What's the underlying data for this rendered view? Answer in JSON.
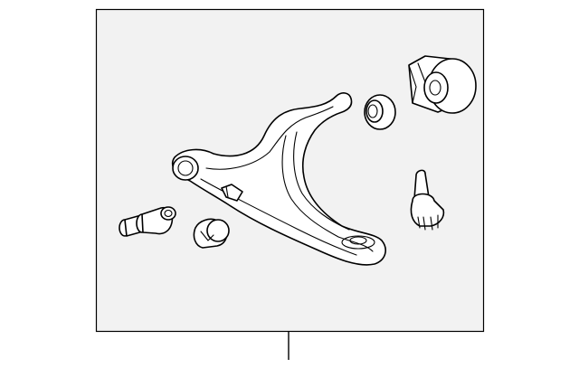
{
  "diagram": {
    "panel_fill": "#f2f2f2",
    "line_color": "#000000",
    "parts": [
      {
        "id": "lower-control-arm",
        "icon": "control-arm-icon"
      },
      {
        "id": "front-bushing",
        "icon": "bushing-icon"
      },
      {
        "id": "rear-bushing",
        "icon": "bushing-icon"
      },
      {
        "id": "ball-joint",
        "icon": "ball-joint-icon"
      },
      {
        "id": "bolt",
        "icon": "bolt-icon"
      },
      {
        "id": "nut",
        "icon": "nut-icon"
      },
      {
        "id": "rear-bushing-bracket",
        "icon": "bracket-icon"
      }
    ]
  }
}
